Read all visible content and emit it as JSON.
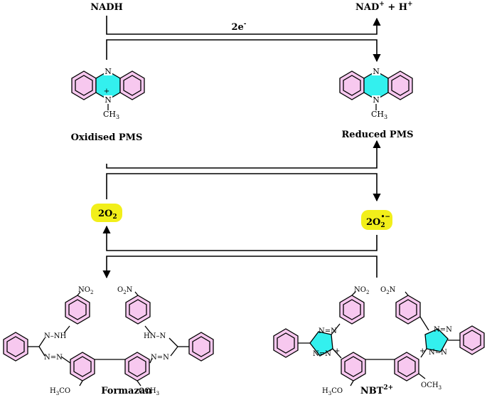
{
  "labels": {
    "nadh": "NADH",
    "nad_plus": "NAD",
    "nad_plus_sup": "+",
    "nad_h_plus": " + H",
    "h_plus_sup": "+",
    "electrons": "2e",
    "electrons_sup": "-",
    "oxidised_pms": "Oxidised PMS",
    "reduced_pms": "Reduced PMS",
    "oxygen": "2O",
    "oxygen_sub": "2",
    "superoxide": "2O",
    "superoxide_sub": "2",
    "superoxide_sup": "•−",
    "formazan": "Formazan",
    "nbt": "NBT",
    "nbt_sup": "2+"
  },
  "atoms": {
    "n": "N",
    "n_plus": "+",
    "ch3": "CH",
    "ch3_sub": "3",
    "no2": "NO",
    "no2_sub": "2",
    "o2n": "O",
    "o2n_sub": "2",
    "o2n_n": "N",
    "nn": "N=N",
    "nnh": "N–NH",
    "hnn": "HN–N",
    "n_eq_n": "N=N",
    "h3co": "H",
    "h3co_sub": "3",
    "h3co_rest": "CO",
    "och3": "OCH",
    "och3_sub": "3",
    "plus": "+"
  },
  "colors": {
    "aromatic_ring": "#f7c8ef",
    "heterocycle": "#33f0ee",
    "oxygen_badge": "#f2ef1a"
  }
}
